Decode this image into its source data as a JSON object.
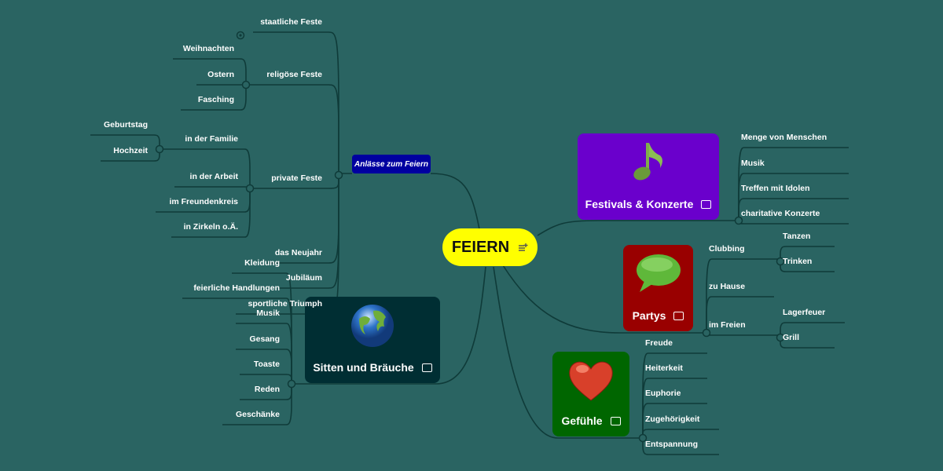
{
  "root": {
    "label": "FEIERN",
    "icon": "notes-icon"
  },
  "colors": {
    "background": "#2a6462",
    "root": "#ffff00",
    "festivals": "#6a00cc",
    "partys": "#990000",
    "gefuehle": "#006600",
    "sitten": "#002e33",
    "anlaesse": "#0000a0"
  },
  "anlaesse": {
    "label": "Anlässe zum Feiern",
    "staatliche": "staatliche Feste",
    "religioese": {
      "label": "religöse Feste",
      "children": [
        "Weihnachten",
        "Ostern",
        "Fasching"
      ]
    },
    "private": {
      "label": "private Feste",
      "familie": {
        "label": "in der Familie",
        "children": [
          "Geburtstag",
          "Hochzeit"
        ]
      },
      "children": [
        "in der Arbeit",
        "im Freundenkreis",
        "in Zirkeln o.Ä."
      ]
    },
    "others": [
      "das Neujahr",
      "Jubiläum",
      "sportliche Triumph"
    ]
  },
  "sitten": {
    "label": "Sitten und Bräuche",
    "icon": "globe-icon",
    "children": [
      "Kleidung",
      "feierliche Handlungen",
      "Musik",
      "Gesang",
      "Toaste",
      "Reden",
      "Geschänke"
    ]
  },
  "festivals": {
    "label": "Festivals & Konzerte",
    "icon": "music-note-icon",
    "children": [
      "Menge von Menschen",
      "Musik",
      "Treffen mit Idolen",
      "charitative Konzerte"
    ]
  },
  "partys": {
    "label": "Partys",
    "icon": "speech-bubble-icon",
    "clubbing": {
      "label": "Clubbing",
      "children": [
        "Tanzen",
        "Trinken"
      ]
    },
    "zuhause": "zu Hause",
    "freien": {
      "label": "im Freien",
      "children": [
        "Lagerfeuer",
        "Grill"
      ]
    }
  },
  "gefuehle": {
    "label": "Gefühle",
    "icon": "heart-icon",
    "children": [
      "Freude",
      "Heiterkeit",
      "Euphorie",
      "Zugehörigkeit",
      "Entspannung"
    ]
  }
}
